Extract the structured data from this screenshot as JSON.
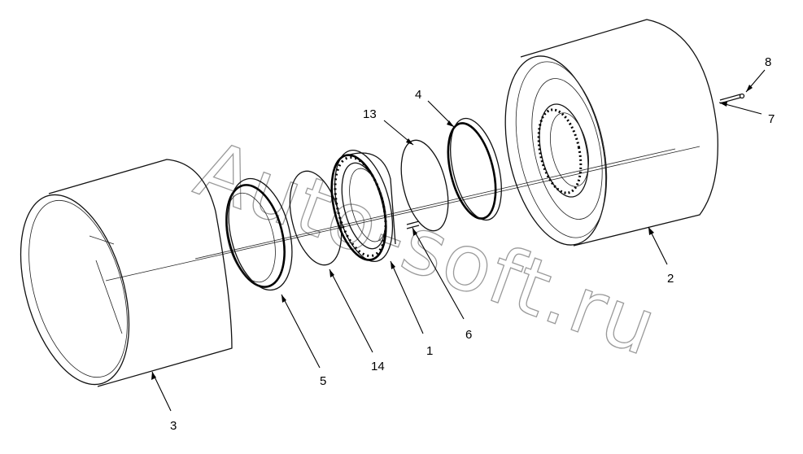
{
  "watermark": {
    "text": "Auto-soft.ru",
    "color": "#9a9a9a"
  },
  "callouts": [
    {
      "id": "1",
      "label": "1"
    },
    {
      "id": "2",
      "label": "2"
    },
    {
      "id": "3",
      "label": "3"
    },
    {
      "id": "4",
      "label": "4"
    },
    {
      "id": "5",
      "label": "5"
    },
    {
      "id": "6",
      "label": "6"
    },
    {
      "id": "7",
      "label": "7"
    },
    {
      "id": "8",
      "label": "8"
    },
    {
      "id": "13",
      "label": "13"
    },
    {
      "id": "14",
      "label": "14"
    }
  ],
  "colors": {
    "line": "#111111",
    "background": "#ffffff"
  }
}
